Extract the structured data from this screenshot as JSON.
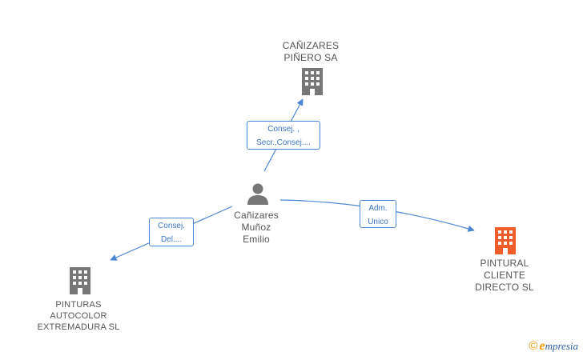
{
  "nodes": {
    "canizares_pinero": {
      "name_line1": "CAÑIZARES",
      "name_line2": "PIÑERO SA",
      "icon": "building-icon",
      "color": "#777777"
    },
    "person": {
      "name_line1": "Cañizares",
      "name_line2": "Muñoz",
      "name_line3": "Emilio",
      "icon": "person-icon",
      "color": "#777777"
    },
    "pintural": {
      "name_line1": "PINTURAL",
      "name_line2": "CLIENTE",
      "name_line3": "DIRECTO SL",
      "icon": "building-icon",
      "color": "#f25c2a"
    },
    "pinturas": {
      "name_line1": "PINTURAS",
      "name_line2": "AUTOCOLOR",
      "name_line3": "EXTREMADURA SL",
      "icon": "building-icon",
      "color": "#777777"
    }
  },
  "relations": {
    "to_canizares": {
      "line1": "Consej. ,",
      "line2": "Secr.,Consej...."
    },
    "to_pintural": {
      "line1": "Adm.",
      "line2": "Unico"
    },
    "to_pinturas": {
      "line1": "Consej.",
      "line2": "Del...."
    }
  },
  "colors": {
    "edge": "#4a86d4"
  },
  "brand": {
    "copyright": "©",
    "initial": "e",
    "name": "mpresia"
  }
}
